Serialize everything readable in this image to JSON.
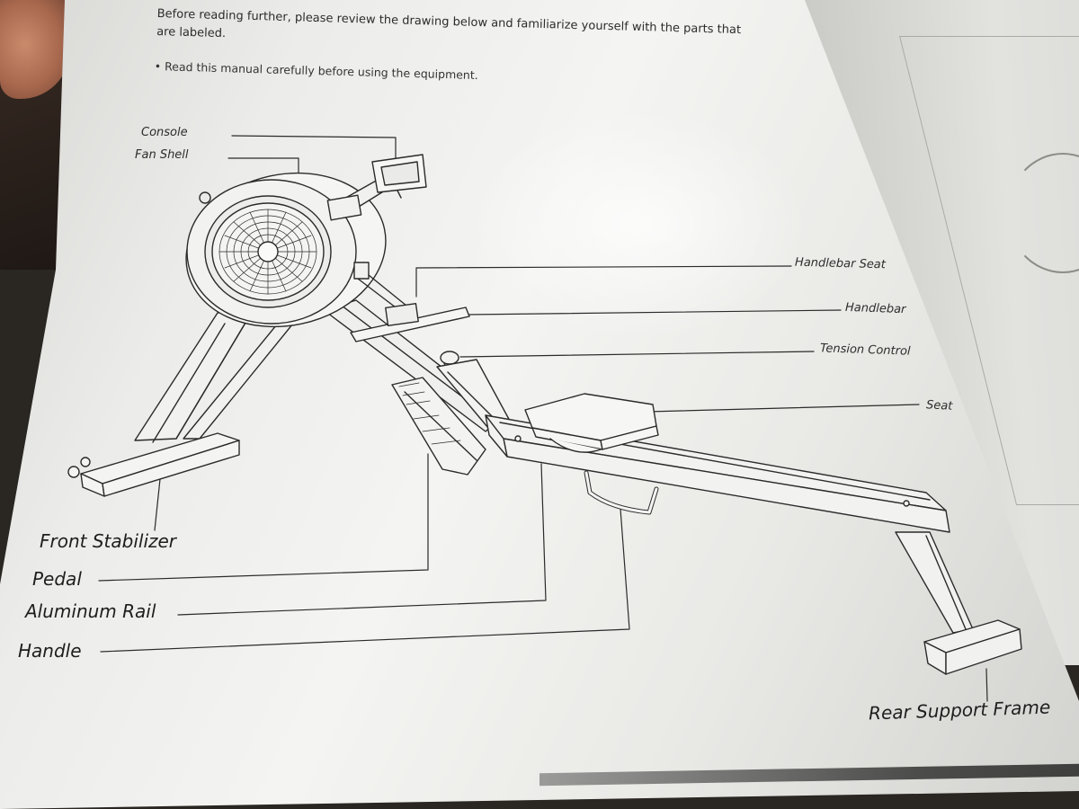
{
  "intro": {
    "line1": "Before reading further, please review the drawing below and familiarize yourself with the parts that",
    "line2": "are labeled.",
    "bullet": "• Read this manual carefully before using the equipment."
  },
  "labels": {
    "console": "Console",
    "fan_shell": "Fan Shell",
    "handlebar_seat": "Handlebar Seat",
    "handlebar": "Handlebar",
    "tension_control": "Tension Control",
    "seat": "Seat",
    "front_stabilizer": "Front Stabilizer",
    "pedal": "Pedal",
    "aluminum_rail": "Aluminum Rail",
    "handle": "Handle",
    "rear_support_frame": "Rear Support Frame"
  }
}
